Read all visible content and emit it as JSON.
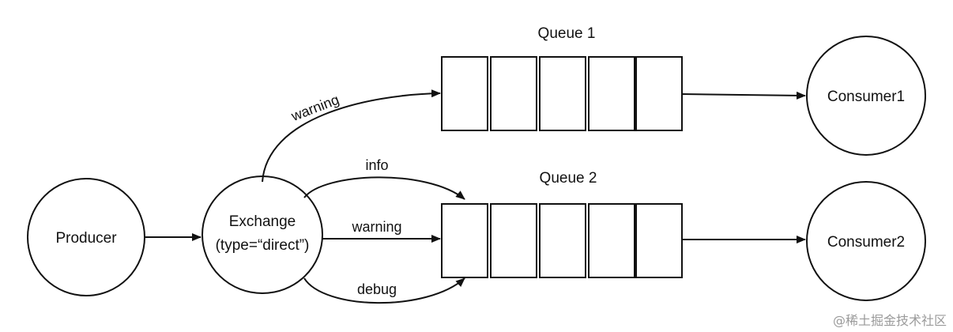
{
  "nodes": {
    "producer": "Producer",
    "exchange_name": "Exchange",
    "exchange_type": "(type=“direct”)",
    "consumer1": "Consumer1",
    "consumer2": "Consumer2"
  },
  "queues": [
    {
      "title": "Queue 1",
      "slots": 5
    },
    {
      "title": "Queue 2",
      "slots": 5
    }
  ],
  "bindings": [
    {
      "label": "warning",
      "to": "Queue 1"
    },
    {
      "label": "info",
      "to": "Queue 2"
    },
    {
      "label": "warning",
      "to": "Queue 2"
    },
    {
      "label": "debug",
      "to": "Queue 2"
    }
  ],
  "watermark": "@稀土掘金技术社区",
  "colors": {
    "stroke": "#111111",
    "background": "#ffffff",
    "watermark": "#9a9a9a"
  }
}
